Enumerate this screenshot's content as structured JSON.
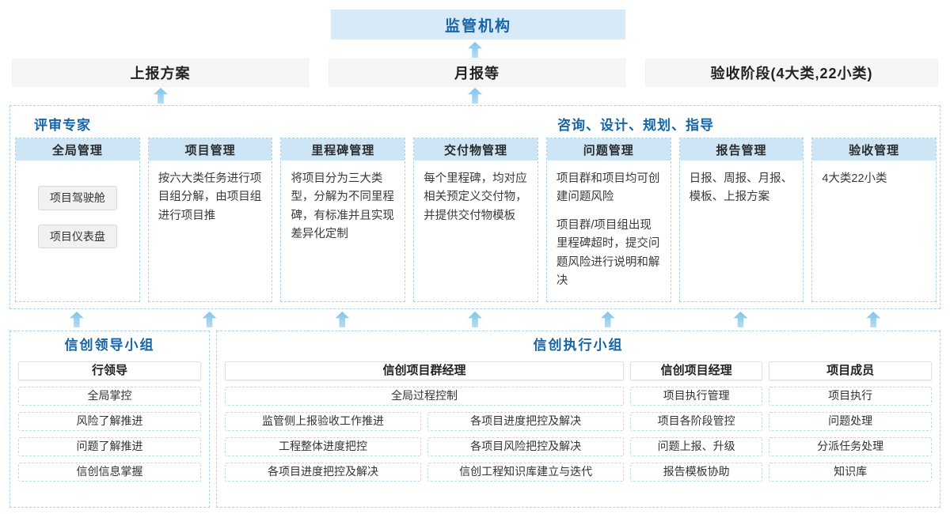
{
  "colors": {
    "accent_blue": "#1565a7",
    "light_blue_bg": "#d8eaf8",
    "header_bar_bg": "#cde5f5",
    "arrow_blue": "#7fc4e8",
    "dashed_border": "#a9d3ec"
  },
  "top": {
    "regulator_label": "监管机构",
    "outputs": [
      {
        "label": "上报方案"
      },
      {
        "label": "月报等"
      },
      {
        "label": "验收阶段(4大类,22小类)"
      }
    ]
  },
  "main_panel": {
    "left_role_label": "评审专家",
    "right_role_label": "咨询、设计、规划、指导",
    "columns": [
      {
        "title": "全局管理",
        "buttons": [
          "项目驾驶舱",
          "项目仪表盘"
        ]
      },
      {
        "title": "项目管理",
        "paragraphs": [
          "按六大类任务进行项目组分解，由项目组进行项目推"
        ]
      },
      {
        "title": "里程碑管理",
        "paragraphs": [
          "将项目分为三大类型，分解为不同里程碑，有标准并且实现差异化定制"
        ]
      },
      {
        "title": "交付物管理",
        "paragraphs": [
          "每个里程碑，均对应相关预定义交付物，并提供交付物模板"
        ]
      },
      {
        "title": "问题管理",
        "paragraphs": [
          "项目群和项目均可创建问题风险",
          "项目群/项目组出现里程碑超时，提交问题风险进行说明和解决"
        ]
      },
      {
        "title": "报告管理",
        "paragraphs": [
          "日报、周报、月报、模板、上报方案"
        ]
      },
      {
        "title": "验收管理",
        "paragraphs": [
          "4大类22小类"
        ]
      }
    ]
  },
  "bottom": {
    "leadership_group": {
      "title": "信创领导小组",
      "role_header": "行领导",
      "items": [
        "全局掌控",
        "风险了解推进",
        "问题了解推进",
        "信创信息掌握"
      ]
    },
    "execution_group": {
      "title": "信创执行小组",
      "program_manager": {
        "role_header": "信创项目群经理",
        "full_width_item": "全局过程控制",
        "left_items": [
          "监管侧上报验收工作推进",
          "工程整体进度把控",
          "各项目进度把控及解决"
        ],
        "right_items": [
          "各项目进度把控及解决",
          "各项目风险把控及解决",
          "信创工程知识库建立与迭代"
        ]
      },
      "project_manager": {
        "role_header": "信创项目经理",
        "items": [
          "项目执行管理",
          "项目各阶段管控",
          "问题上报、升级",
          "报告模板协助"
        ]
      },
      "project_members": {
        "role_header": "项目成员",
        "items": [
          "项目执行",
          "问题处理",
          "分派任务处理",
          "知识库"
        ]
      }
    }
  }
}
